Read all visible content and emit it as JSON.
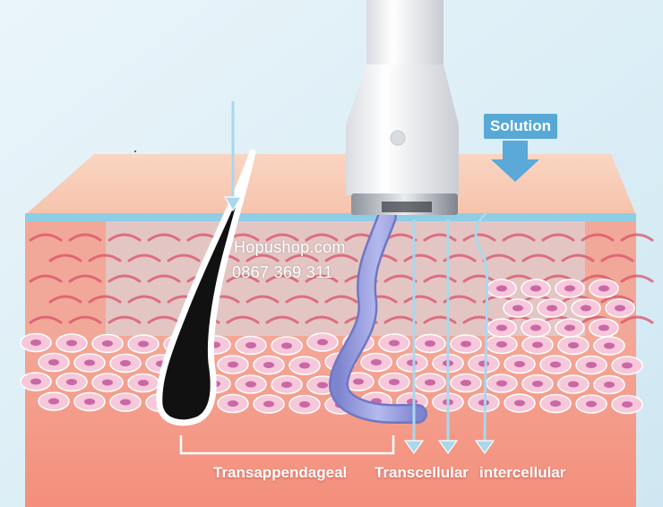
{
  "watermark": {
    "site": "Hopushop.com",
    "phone": "0867 369 311"
  },
  "solution_badge": {
    "label": "Solution",
    "color": "#58a8d6"
  },
  "routes": [
    {
      "label": "Transappendageal"
    },
    {
      "label": "Transcellular"
    },
    {
      "label": "intercellular"
    }
  ],
  "colors": {
    "background": "#dbeef6",
    "skin_top": "#f8c9b2",
    "stratum_line": "#8ecde6",
    "epidermis": "#f2a898",
    "dermis": "#f6a090",
    "cell_fill": "#f7c7da",
    "cell_nucleus": "#c868a6",
    "hair": "#111111",
    "arrow": "#a9d8ee",
    "probe_body": "#f4f5f7",
    "probe_tip": "#b7bcc3",
    "tube": "#9aa0dc"
  },
  "icons": [
    "down-arrow-icon"
  ]
}
